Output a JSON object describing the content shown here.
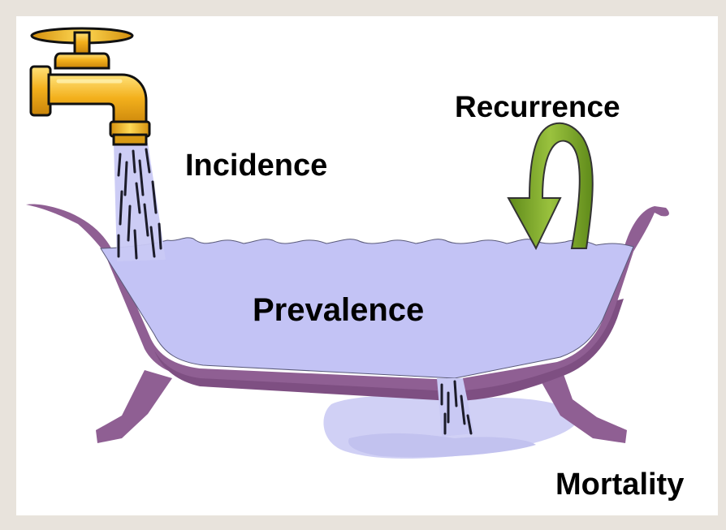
{
  "diagram": {
    "labels": {
      "incidence": "Incidence",
      "recurrence": "Recurrence",
      "prevalence": "Prevalence",
      "mortality": "Mortality"
    },
    "icons": {
      "faucet": "faucet-icon",
      "bathtub": "bathtub-icon",
      "recurrence_arrow": "curved-arrow-icon",
      "drain_stream": "water-stream-icon",
      "floor_puddle": "puddle-icon"
    },
    "colors": {
      "background": "#e8e3dc",
      "slide": "#ffffff",
      "tub": "#8f5f93",
      "water": "#c3c3f5",
      "faucet": "#f0b11e",
      "arrow": "#79a02a",
      "text": "#000000"
    }
  }
}
